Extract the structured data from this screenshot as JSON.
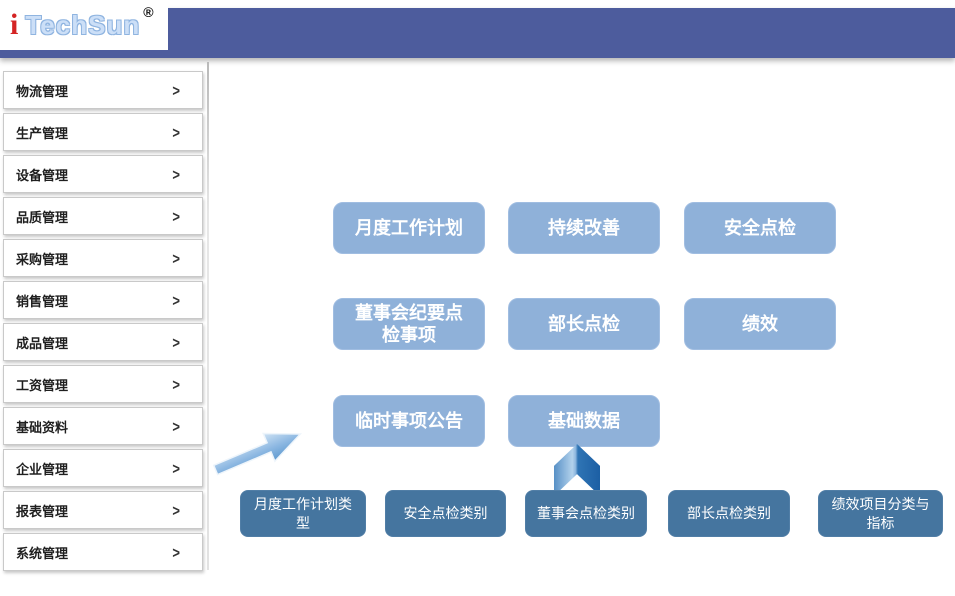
{
  "logo": {
    "prefix": "i",
    "name": "TechSun",
    "registered": "®"
  },
  "header": {
    "bar_color": "#4d5c9d"
  },
  "sidebar": {
    "chevron": ">",
    "items": [
      {
        "label": "物流管理"
      },
      {
        "label": "生产管理"
      },
      {
        "label": "设备管理"
      },
      {
        "label": "品质管理"
      },
      {
        "label": "采购管理"
      },
      {
        "label": "销售管理"
      },
      {
        "label": "成品管理"
      },
      {
        "label": "工资管理"
      },
      {
        "label": "基础资料"
      },
      {
        "label": "企业管理"
      },
      {
        "label": "报表管理"
      },
      {
        "label": "系统管理"
      }
    ]
  },
  "main": {
    "tiles": [
      {
        "label": "月度工作计划"
      },
      {
        "label": "持续改善"
      },
      {
        "label": "安全点检"
      },
      {
        "label": "董事会纪要点检事项"
      },
      {
        "label": "部长点检"
      },
      {
        "label": "绩效"
      },
      {
        "label": "临时事项公告"
      },
      {
        "label": "基础数据"
      }
    ],
    "tile_color": "#8fb1d9"
  },
  "categories": {
    "buttons": [
      {
        "label": "月度工作计划类型"
      },
      {
        "label": "安全点检类别"
      },
      {
        "label": "董事会点检类别"
      },
      {
        "label": "部长点检类别"
      },
      {
        "label": "绩效项目分类与指标"
      }
    ],
    "button_color": "#45759f"
  }
}
